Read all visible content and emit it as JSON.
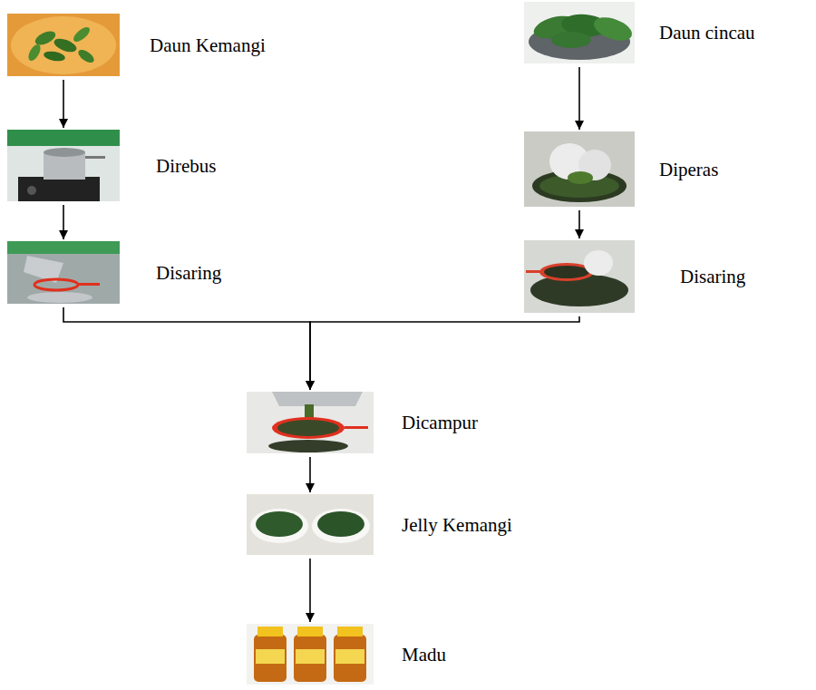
{
  "diagram": {
    "nodes": [
      {
        "text": [
          "Daun Kemangi"
        ]
      },
      {
        "text": [
          "Direbus"
        ]
      },
      {
        "text": [
          "Disaring"
        ]
      },
      {
        "text": [
          "Daun cincau"
        ]
      },
      {
        "text": [
          "Diperas"
        ]
      },
      {
        "text": [
          "Disaring"
        ]
      },
      {
        "text": [
          "Dicampur"
        ]
      },
      {
        "text": [
          "Jelly Kemangi"
        ]
      },
      {
        "text": [
          "Madu"
        ]
      }
    ],
    "edges": [
      {
        "from": 0,
        "to": 1,
        "arrow": "to"
      },
      {
        "from": 1,
        "to": 2,
        "arrow": "to"
      },
      {
        "from": 3,
        "to": 4,
        "arrow": "to"
      },
      {
        "from": 4,
        "to": 5,
        "arrow": "to"
      },
      {
        "from": 2,
        "to": 6,
        "arrow": "to"
      },
      {
        "from": 5,
        "to": 6,
        "arrow": "to"
      },
      {
        "from": 6,
        "to": 7,
        "arrow": "to"
      },
      {
        "from": 7,
        "to": 8,
        "arrow": "to"
      }
    ]
  }
}
